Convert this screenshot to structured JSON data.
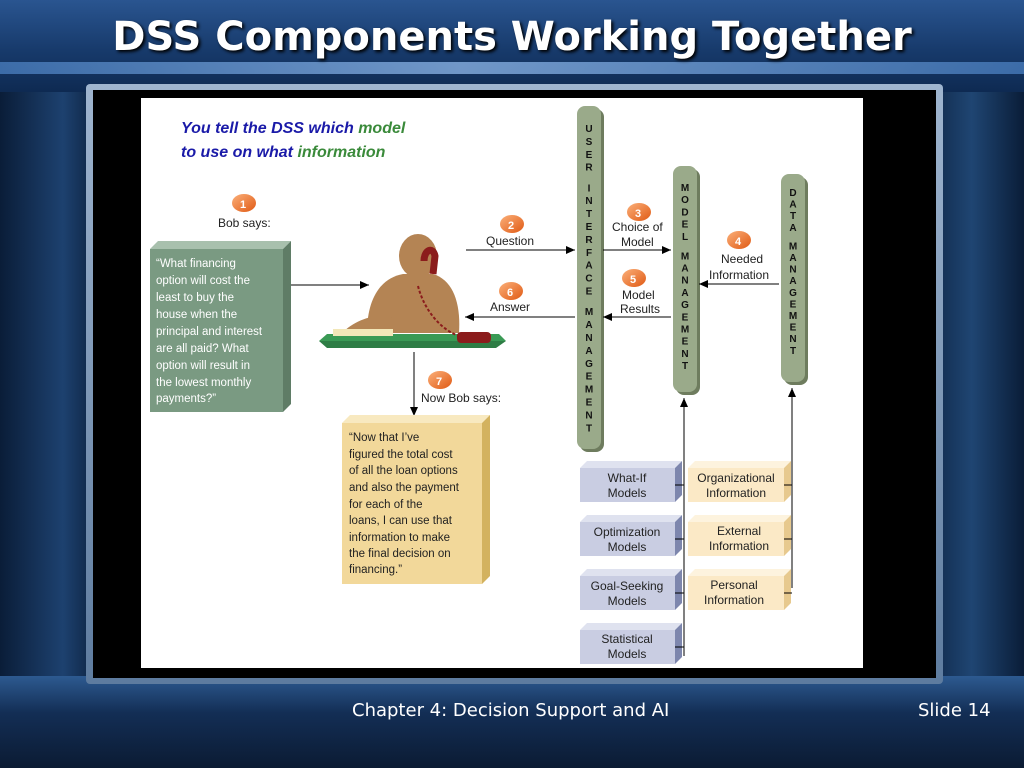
{
  "slide": {
    "title": "DSS Components Working Together",
    "footer_center": "Chapter 4: Decision Support and AI",
    "footer_right": "Slide 14"
  },
  "diagram": {
    "headline_part1": "You tell the DSS which ",
    "headline_model": "model",
    "headline_part2": "to use on what ",
    "headline_info": "information",
    "bob_says": "Bob says:",
    "bob_quote": [
      "“What financing",
      "option will cost the",
      "least to buy the",
      "house when the",
      "principal and interest",
      "are all paid? What",
      "option will result in",
      "the lowest monthly",
      "payments?”"
    ],
    "now_bob_says": "Now Bob says:",
    "now_quote": [
      "“Now that I’ve",
      "figured the total cost",
      "of all the loan options",
      "and also the payment",
      "for each of the",
      "loans, I can use that",
      "information to make",
      "the final decision on",
      "financing.”"
    ],
    "steps": [
      "1",
      "2",
      "3",
      "4",
      "5",
      "6",
      "7"
    ],
    "question": "Question",
    "answer": "Answer",
    "choice_of_model": [
      "Choice of",
      "Model"
    ],
    "model_results": [
      "Model",
      "Results"
    ],
    "needed_information": [
      "Needed",
      "Information"
    ],
    "ui_column": "USER INTERFACE MANAGEMENT",
    "model_column": "MODEL MANAGEMENT",
    "data_column": "DATA MANAGEMENT",
    "models": [
      [
        "What-If",
        "Models"
      ],
      [
        "Optimization",
        "Models"
      ],
      [
        "Goal-Seeking",
        "Models"
      ],
      [
        "Statistical",
        "Models"
      ]
    ],
    "information": [
      [
        "Organizational",
        "Information"
      ],
      [
        "External",
        "Information"
      ],
      [
        "Personal",
        "Information"
      ]
    ]
  },
  "colors": {
    "title": "#ffffff",
    "headline_blue": "#1a1aa8",
    "headline_green": "#3a8a3a",
    "column_green": "#9aaa8a",
    "quote_box_green": "#7a9a82",
    "quote_box_tan": "#f2d89a",
    "model_box": "#c9cde2",
    "info_box": "#fbe9c6",
    "step_badge": "#e8641e"
  }
}
